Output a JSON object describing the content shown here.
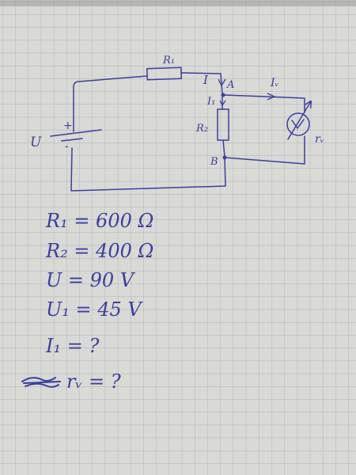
{
  "colors": {
    "paper": "#d9d9d5",
    "grid": "#aeb4bc",
    "ink": "#3b3f9e",
    "margin_shadow": "#6e6e6a"
  },
  "circuit": {
    "source_label": "U",
    "source_plus": "+",
    "source_minus": "-",
    "r1_label": "R₁",
    "r2_label": "R₂",
    "current_label": "I",
    "current1_label": "I₁",
    "voltmeter_current_label": "Iᵥ",
    "voltmeter_resistance_label": "rᵥ",
    "node_a": "A",
    "node_b": "B",
    "voltmeter_symbol": "V"
  },
  "givens": [
    {
      "text": "R₁ = 600 Ω"
    },
    {
      "text": "R₂ = 400 Ω"
    },
    {
      "text": "U = 90 V"
    },
    {
      "text": "U₁ = 45 V"
    },
    {
      "text": "I₁ = ?"
    },
    {
      "text": "rᵥ = ?"
    }
  ]
}
